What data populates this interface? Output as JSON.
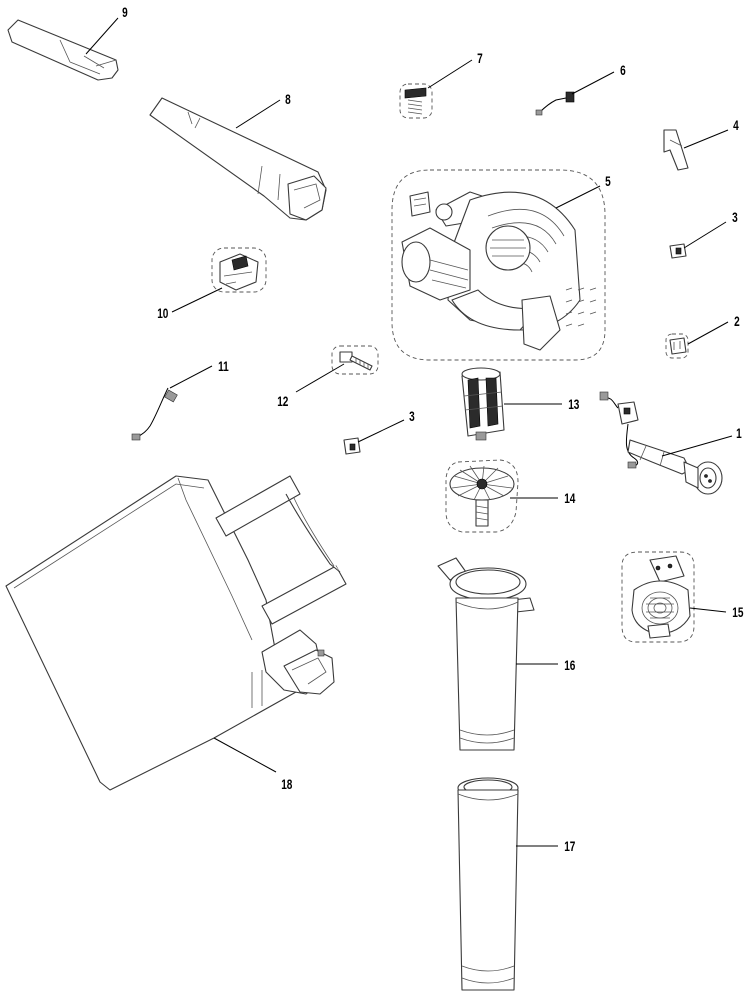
{
  "callouts": {
    "p1": "1",
    "p2": "2",
    "p3a": "3",
    "p3b": "3",
    "p4": "4",
    "p5": "5",
    "p6": "6",
    "p7": "7",
    "p8": "8",
    "p9": "9",
    "p10": "10",
    "p11": "11",
    "p12": "12",
    "p13": "13",
    "p14": "14",
    "p15": "15",
    "p16": "16",
    "p17": "17",
    "p18": "18"
  }
}
